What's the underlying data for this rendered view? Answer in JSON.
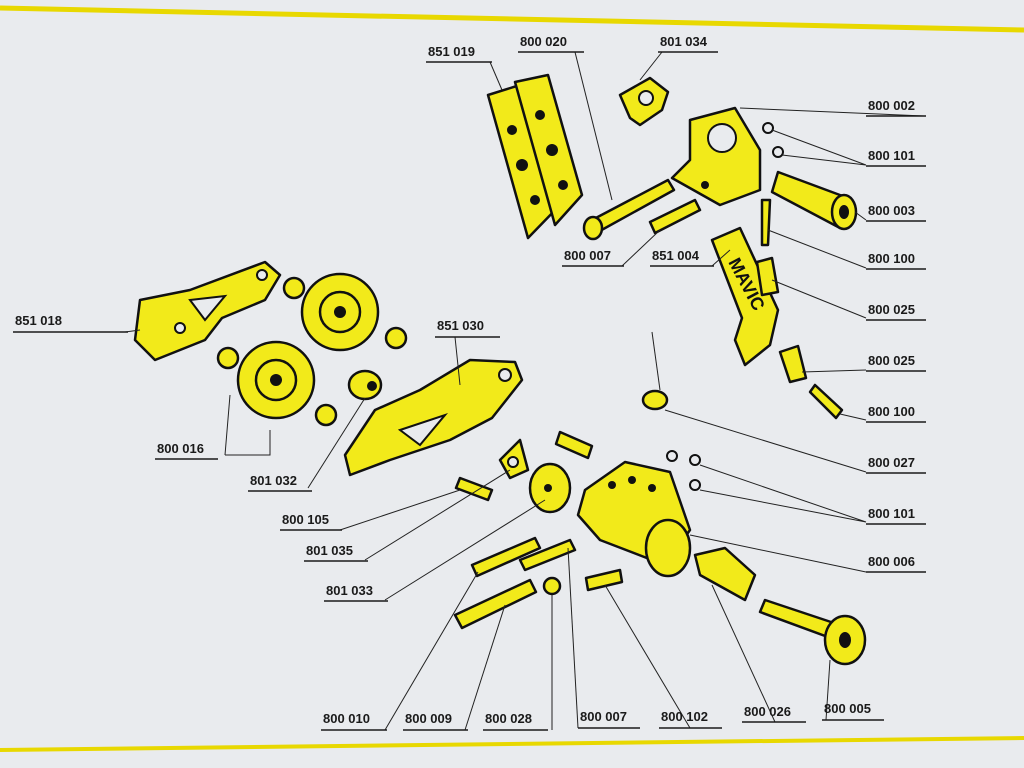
{
  "title": "Mavic rear derailleur exploded parts diagram",
  "brand_on_part": "MAVIC",
  "colors": {
    "part_fill": "#f2ea1a",
    "background": "#e9ebee",
    "border": "#e8d800",
    "ink": "#111111"
  },
  "labels": [
    "851 019",
    "800 020",
    "801 034",
    "800 002",
    "800 101",
    "800 003",
    "800 007",
    "851 004",
    "800 100",
    "800 025",
    "851 018",
    "851 030",
    "800 025",
    "800 100",
    "800 016",
    "800 027",
    "801 032",
    "800 101",
    "800 105",
    "801 035",
    "800 006",
    "801 033",
    "800 010",
    "800 009",
    "800 028",
    "800 007",
    "800 102",
    "800 026",
    "800 005"
  ]
}
